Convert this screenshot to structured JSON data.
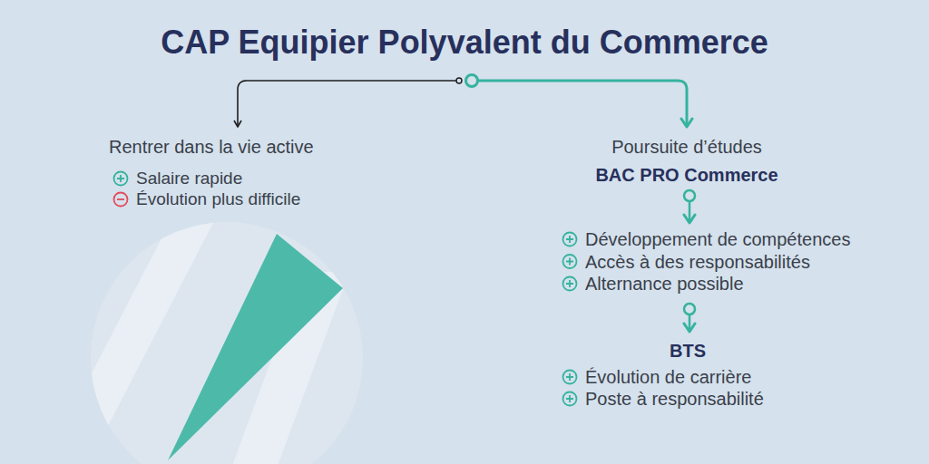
{
  "diagram": {
    "nodes": [
      {
        "text": [
          "CAP Equipier Polyvalent du Commerce"
        ]
      },
      {
        "text": [
          "Rentrer dans la vie active",
          "Salaire rapide",
          "Évolution plus difficile"
        ]
      },
      {
        "text": [
          "Poursuite d’études",
          "BAC PRO Commerce"
        ]
      },
      {
        "text": [
          "Développement de compétences",
          "Accès à des responsabilités",
          "Alternance possible"
        ]
      },
      {
        "text": [
          "BTS",
          "Évolution de carrière",
          "Poste à responsabilité"
        ]
      }
    ],
    "edges": [
      {
        "from": 0,
        "to": 1,
        "arrow": "to"
      },
      {
        "from": 0,
        "to": 2,
        "arrow": "to"
      },
      {
        "from": 2,
        "to": 3,
        "arrow": "to"
      },
      {
        "from": 3,
        "to": 4,
        "arrow": "to"
      }
    ]
  }
}
